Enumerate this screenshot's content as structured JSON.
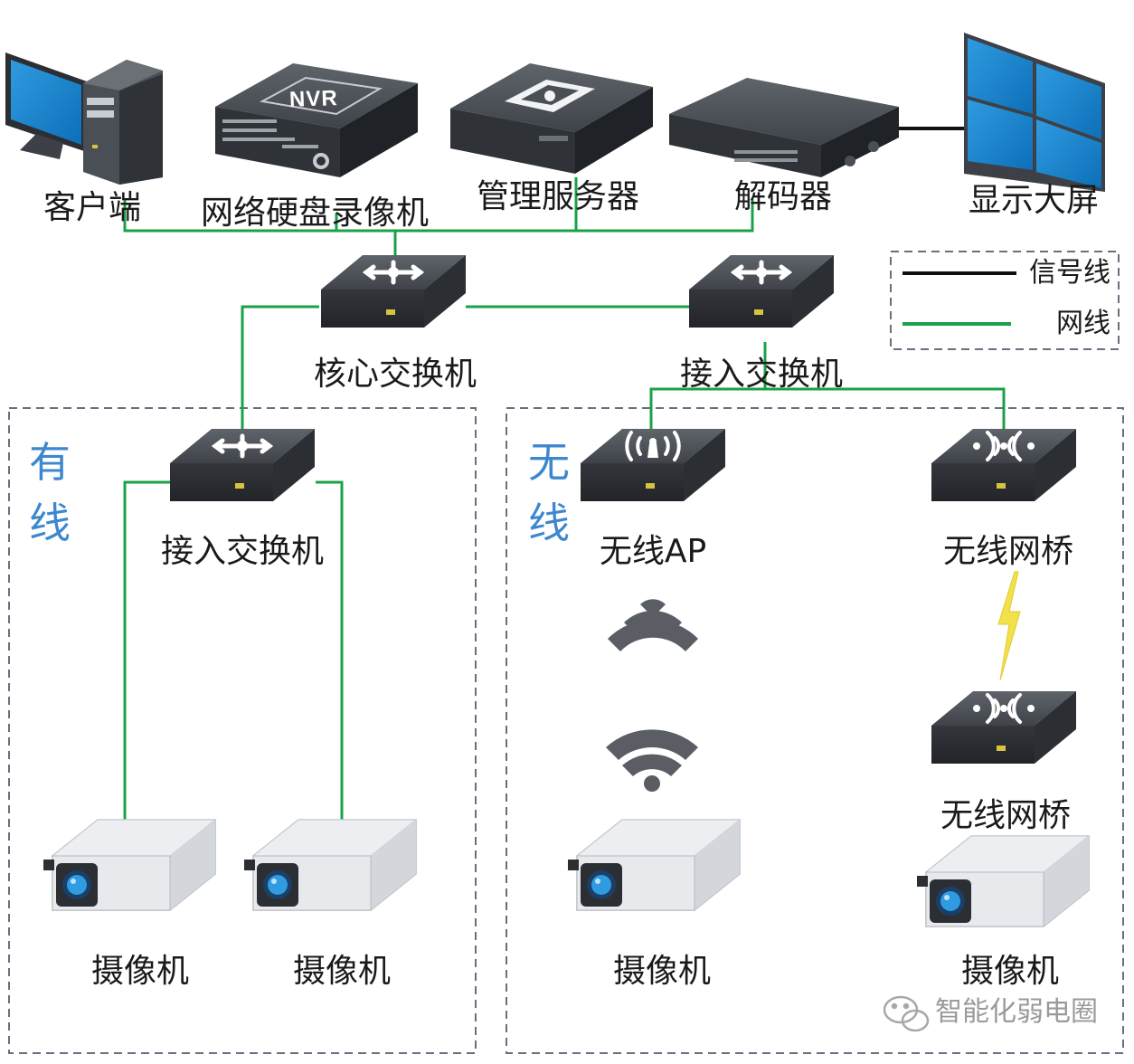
{
  "devices": {
    "client": "客户端",
    "nvr": "网络硬盘录像机",
    "nvr_badge": "NVR",
    "server": "管理服务器",
    "decoder": "解码器",
    "display": "显示大屏",
    "core_switch": "核心交换机",
    "access_switch_top": "接入交换机",
    "access_switch_wired": "接入交换机",
    "wireless_ap": "无线AP",
    "bridge_top": "无线网桥",
    "bridge_bottom": "无线网桥",
    "camera_1": "摄像机",
    "camera_2": "摄像机",
    "camera_3": "摄像机",
    "camera_4": "摄像机"
  },
  "zones": {
    "wired": "有线",
    "wireless": "无线"
  },
  "legend": {
    "signal": "信号线",
    "network": "网线",
    "signal_color": "#111111",
    "network_color": "#1aa14a"
  },
  "watermark": "智能化弱电圈",
  "icons": [
    "computer-icon",
    "nvr-icon",
    "server-icon",
    "decoder-icon",
    "video-wall-icon",
    "switch-icon",
    "wifi-ap-icon",
    "bridge-icon",
    "wireless-signal-icon",
    "lightning-icon",
    "camera-icon",
    "wechat-icon"
  ]
}
